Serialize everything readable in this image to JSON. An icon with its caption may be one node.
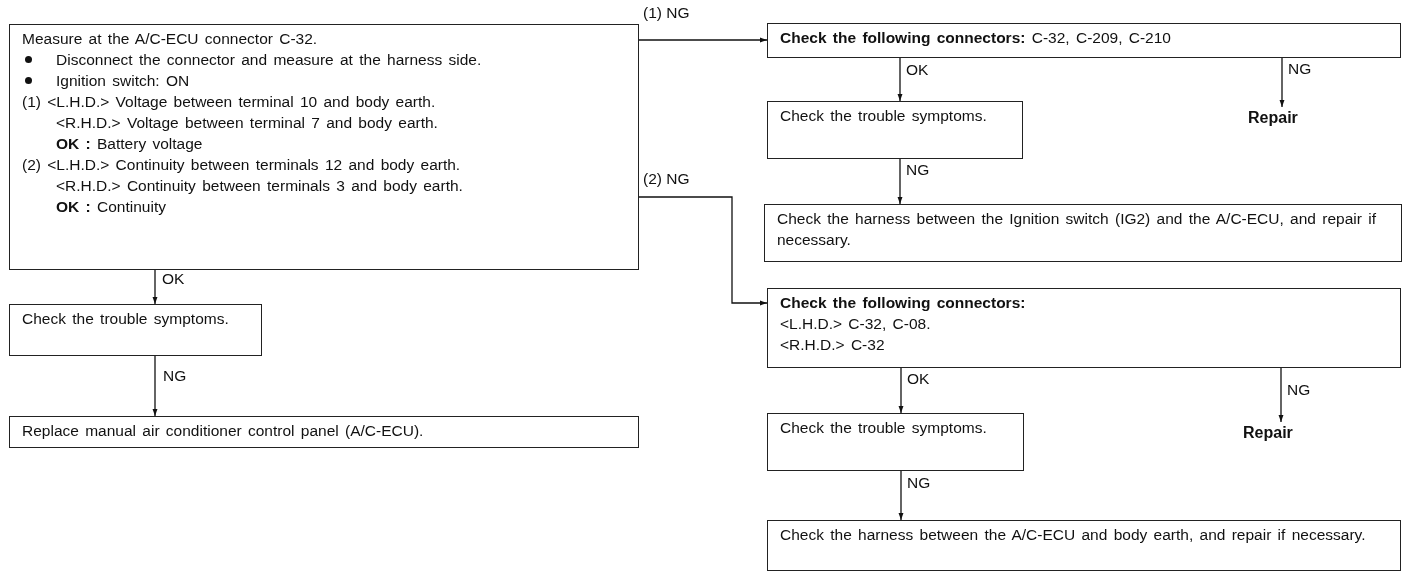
{
  "diagram": {
    "nodes": [
      {
        "text": [
          "Measure at the A/C-ECU connector C-32.",
          "Disconnect the connector and measure at the harness side.",
          "Ignition switch: ON",
          "(1) <L.H.D.> Voltage between terminal 10 and body earth.",
          "<R.H.D.> Voltage between terminal 7 and body earth.",
          "**OK :** Battery voltage",
          "(2) <L.H.D.> Continuity between terminals 12 and body earth.",
          "<R.H.D.> Continuity between terminals 3 and body earth.",
          "**OK :** Continuity"
        ]
      },
      {
        "text": [
          "Check the trouble symptoms."
        ]
      },
      {
        "text": [
          "Replace manual air conditioner control panel (A/C-ECU)."
        ]
      },
      {
        "text": [
          "**Check the following connectors:** C-32, C-209, C-210"
        ]
      },
      {
        "text": [
          "Check the trouble symptoms."
        ]
      },
      {
        "text": [
          "Repair"
        ]
      },
      {
        "text": [
          "Check the harness between the Ignition switch (IG2) and the A/C-ECU, and repair if necessary."
        ]
      },
      {
        "text": [
          "Check the following connectors:",
          "<L.H.D.> C-32, C-08.",
          "<R.H.D.> C-32"
        ]
      },
      {
        "text": [
          "Check the trouble symptoms."
        ]
      },
      {
        "text": [
          "Repair"
        ]
      },
      {
        "text": [
          "Check the harness between the A/C-ECU and body earth, and repair if necessary."
        ]
      }
    ],
    "edges": [
      {
        "from": 0,
        "to": 1,
        "arrow": "to",
        "label": "OK"
      },
      {
        "from": 1,
        "to": 2,
        "arrow": "to",
        "label": "NG"
      },
      {
        "from": 0,
        "to": 3,
        "arrow": "to",
        "label": "(1) NG"
      },
      {
        "from": 0,
        "to": 7,
        "arrow": "to",
        "label": "(2) NG"
      },
      {
        "from": 3,
        "to": 4,
        "arrow": "to",
        "label": "OK"
      },
      {
        "from": 3,
        "to": 5,
        "arrow": "to",
        "label": "NG"
      },
      {
        "from": 4,
        "to": 6,
        "arrow": "to",
        "label": "NG"
      },
      {
        "from": 7,
        "to": 8,
        "arrow": "to",
        "label": "OK"
      },
      {
        "from": 7,
        "to": 9,
        "arrow": "to",
        "label": "NG"
      },
      {
        "from": 8,
        "to": 10,
        "arrow": "to",
        "label": "NG"
      }
    ]
  }
}
